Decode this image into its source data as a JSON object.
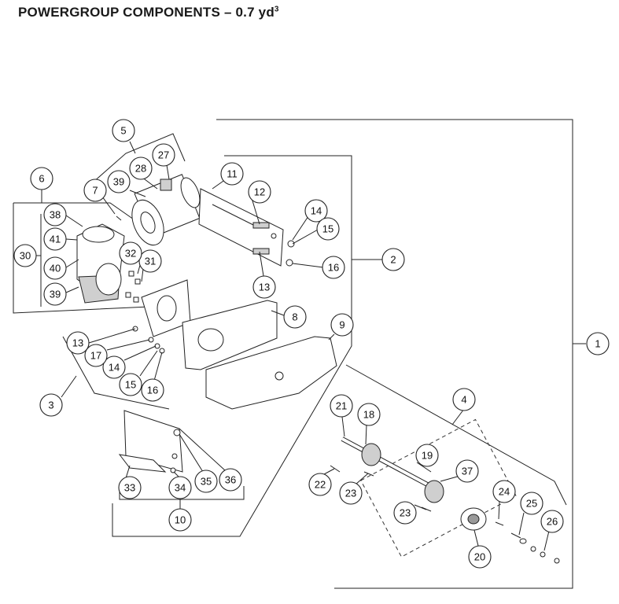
{
  "title": {
    "main": "POWERGROUP COMPONENTS – 0.7 yd",
    "superscript": "3"
  },
  "callouts": [
    {
      "id": "c1",
      "label": "1"
    },
    {
      "id": "c2",
      "label": "2"
    },
    {
      "id": "c3",
      "label": "3"
    },
    {
      "id": "c4",
      "label": "4"
    },
    {
      "id": "c5",
      "label": "5"
    },
    {
      "id": "c6",
      "label": "6"
    },
    {
      "id": "c7",
      "label": "7"
    },
    {
      "id": "c8",
      "label": "8"
    },
    {
      "id": "c9",
      "label": "9"
    },
    {
      "id": "c10",
      "label": "10"
    },
    {
      "id": "c11",
      "label": "11"
    },
    {
      "id": "c12",
      "label": "12"
    },
    {
      "id": "c13a",
      "label": "13"
    },
    {
      "id": "c13b",
      "label": "13"
    },
    {
      "id": "c14a",
      "label": "14"
    },
    {
      "id": "c14b",
      "label": "14"
    },
    {
      "id": "c15a",
      "label": "15"
    },
    {
      "id": "c15b",
      "label": "15"
    },
    {
      "id": "c16a",
      "label": "16"
    },
    {
      "id": "c16b",
      "label": "16"
    },
    {
      "id": "c17",
      "label": "17"
    },
    {
      "id": "c18",
      "label": "18"
    },
    {
      "id": "c19",
      "label": "19"
    },
    {
      "id": "c20",
      "label": "20"
    },
    {
      "id": "c21",
      "label": "21"
    },
    {
      "id": "c22",
      "label": "22"
    },
    {
      "id": "c23a",
      "label": "23"
    },
    {
      "id": "c23b",
      "label": "23"
    },
    {
      "id": "c24",
      "label": "24"
    },
    {
      "id": "c25",
      "label": "25"
    },
    {
      "id": "c26",
      "label": "26"
    },
    {
      "id": "c27",
      "label": "27"
    },
    {
      "id": "c28",
      "label": "28"
    },
    {
      "id": "c30",
      "label": "30"
    },
    {
      "id": "c31",
      "label": "31"
    },
    {
      "id": "c32",
      "label": "32"
    },
    {
      "id": "c33",
      "label": "33"
    },
    {
      "id": "c34",
      "label": "34"
    },
    {
      "id": "c35",
      "label": "35"
    },
    {
      "id": "c36",
      "label": "36"
    },
    {
      "id": "c37",
      "label": "37"
    },
    {
      "id": "c38",
      "label": "38"
    },
    {
      "id": "c39a",
      "label": "39"
    },
    {
      "id": "c39b",
      "label": "39"
    },
    {
      "id": "c40",
      "label": "40"
    },
    {
      "id": "c41",
      "label": "41"
    }
  ]
}
